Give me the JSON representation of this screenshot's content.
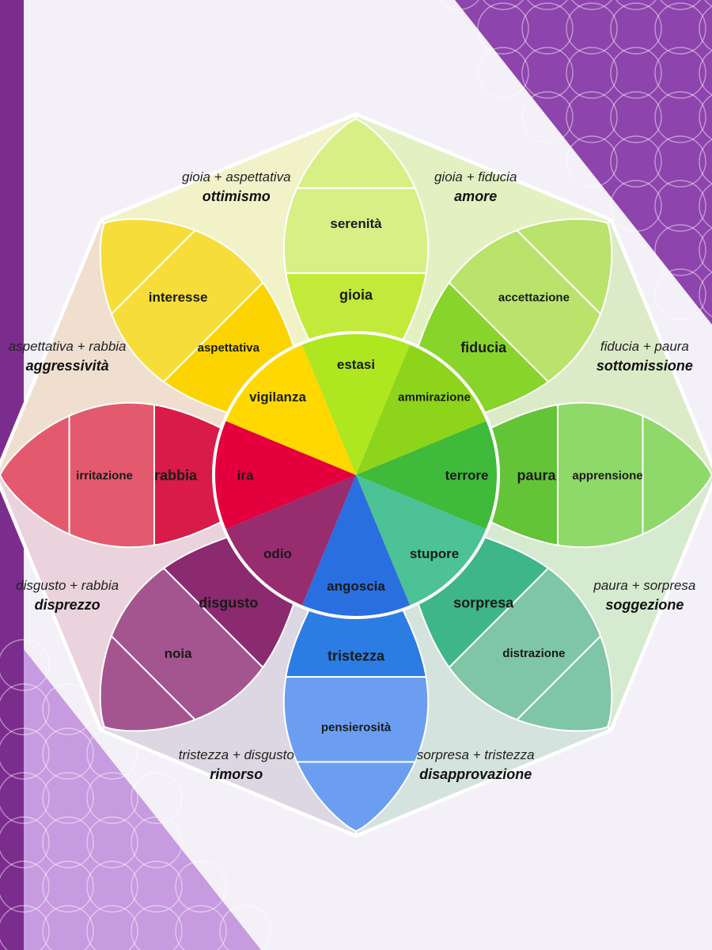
{
  "colors": {
    "bg_purple": "#8e44ad",
    "bg_purple_light": "#c79be0",
    "page": "#f3f1f7"
  },
  "emotions": [
    {
      "id": "gioia",
      "outer": "serenità",
      "middle": "gioia",
      "inner": "estasi",
      "colors": [
        "#d8ef86",
        "#c2ea3a",
        "#aee620"
      ]
    },
    {
      "id": "fiducia",
      "outer": "accettazione",
      "middle": "fiducia",
      "inner": "ammirazione",
      "colors": [
        "#b9e36b",
        "#87d42a",
        "#8ed41a"
      ]
    },
    {
      "id": "paura",
      "outer": "apprensione",
      "middle": "paura",
      "inner": "terrore",
      "colors": [
        "#8fd86a",
        "#63c437",
        "#3fba3a"
      ]
    },
    {
      "id": "sorpresa",
      "outer": "distrazione",
      "middle": "sorpresa",
      "inner": "stupore",
      "colors": [
        "#7fc6a6",
        "#3fb58a",
        "#4cc296"
      ]
    },
    {
      "id": "tristezza",
      "outer": "pensierosità",
      "middle": "tristezza",
      "inner": "angoscia",
      "colors": [
        "#6b9ef0",
        "#2c7de3",
        "#2a6fe0"
      ]
    },
    {
      "id": "disgusto",
      "outer": "noia",
      "middle": "disgusto",
      "inner": "odio",
      "colors": [
        "#a4558f",
        "#8b2a6e",
        "#972d6e"
      ]
    },
    {
      "id": "rabbia",
      "outer": "irritazione",
      "middle": "rabbia",
      "inner": "ira",
      "colors": [
        "#e35a6e",
        "#d81b48",
        "#e3003d"
      ]
    },
    {
      "id": "aspettativa",
      "outer": "interesse",
      "middle": "aspettativa",
      "inner": "vigilanza",
      "colors": [
        "#f6dd3a",
        "#fbd400",
        "#ffd800"
      ]
    }
  ],
  "dyads": [
    {
      "id": "ottimismo",
      "combo": "gioia + aspettativa",
      "name": "ottimismo",
      "color": "#f1f2c8"
    },
    {
      "id": "amore",
      "combo": "gioia + fiducia",
      "name": "amore",
      "color": "#e3f1c2"
    },
    {
      "id": "sottomissione",
      "combo": "fiducia + paura",
      "name": "sottomissione",
      "color": "#dcebc7"
    },
    {
      "id": "soggezione",
      "combo": "paura + sorpresa",
      "name": "soggezione",
      "color": "#d6ead0"
    },
    {
      "id": "disapprovazione",
      "combo": "sorpresa + tristezza",
      "name": "disapprovazione",
      "color": "#d4e3dd"
    },
    {
      "id": "rimorso",
      "combo": "tristezza + disgusto",
      "name": "rimorso",
      "color": "#dcd7e3"
    },
    {
      "id": "disprezzo",
      "combo": "disgusto + rabbia",
      "name": "disprezzo",
      "color": "#ead3dc"
    },
    {
      "id": "aggressivita",
      "combo": "aspettativa + rabbia",
      "name": "aggressività",
      "color": "#f0dfcf"
    }
  ]
}
